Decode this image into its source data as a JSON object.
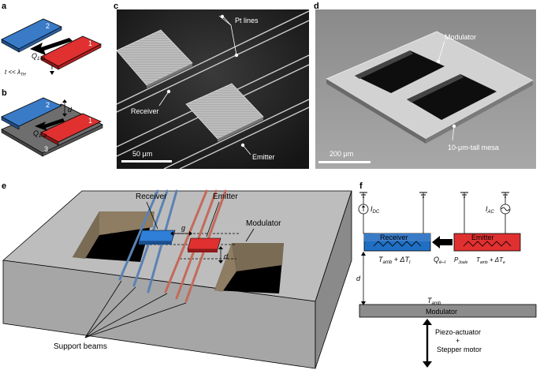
{
  "panels": {
    "a": {
      "letter": "a",
      "plate_2": "2",
      "plate_1": "1",
      "flux": "Q",
      "flux_sub": "1–2",
      "gap_eq": "t << λ",
      "gap_sub": "TH"
    },
    "b": {
      "letter": "b",
      "plate_2": "2",
      "plate_1": "1",
      "plate_3": "3",
      "flux": "Q",
      "flux_sub": "1–2",
      "gap": "d"
    },
    "c": {
      "letter": "c",
      "label_pt": "Pt lines",
      "label_receiver": "Receiver",
      "label_emitter": "Emitter",
      "scale": "50 μm"
    },
    "d": {
      "letter": "d",
      "label_modulator": "Modulator",
      "label_mesa": "10-μm-tall mesa",
      "scale": "200 μm"
    },
    "e": {
      "letter": "e",
      "label_receiver": "Receiver",
      "label_emitter": "Emitter",
      "label_modulator": "Modulator",
      "label_support": "Support beams",
      "gap_g": "g",
      "gap_d": "d"
    },
    "f": {
      "letter": "f",
      "i_dc": "I",
      "i_dc_sub": "DC",
      "i_ac": "I",
      "i_ac_sub": "AC",
      "receiver": "Receiver",
      "emitter": "Emitter",
      "t_amb_r": "T",
      "t_amb_r_sub": "amb",
      "t_amb_r_rest": " + ΔT",
      "t_amb_r_sub2": "r",
      "q": "Q",
      "q_sub": "e–r",
      "p_joule": "P",
      "p_joule_sub": "Joule",
      "t_amb_e": "T",
      "t_amb_e_sub": "amb",
      "t_amb_e_rest": " + ΔT",
      "t_amb_e_sub2": "e",
      "gap_d": "d",
      "t_amb": "T",
      "t_amb_sub": "amb",
      "modulator": "Modulator",
      "actuator_1": "Piezo-actuator",
      "actuator_plus": "+",
      "actuator_2": "Stepper motor"
    }
  },
  "colors": {
    "blue": "#3a7bc8",
    "red": "#e03030",
    "gray_plate": "#6e6e6e",
    "sem_dark": "#2a2a2a",
    "sem_light": "#b8b8b8"
  }
}
